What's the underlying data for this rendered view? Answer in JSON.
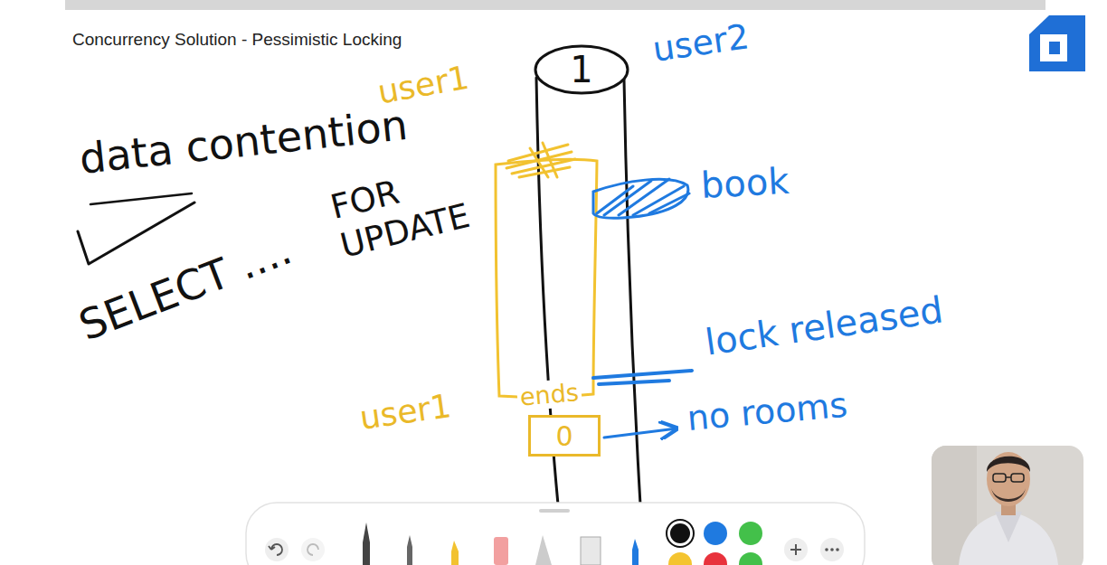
{
  "diagram": {
    "title": "Concurrency Solution - Pessimistic Locking",
    "nodes": [
      {
        "text": [
          "1"
        ]
      },
      {
        "text": [
          "0"
        ]
      }
    ],
    "labels": [
      "user1",
      "user2",
      "data contention",
      "SELECT ....",
      "FOR UPDATE",
      "book",
      "lock released",
      "ends",
      "user1",
      "no rooms"
    ]
  }
}
